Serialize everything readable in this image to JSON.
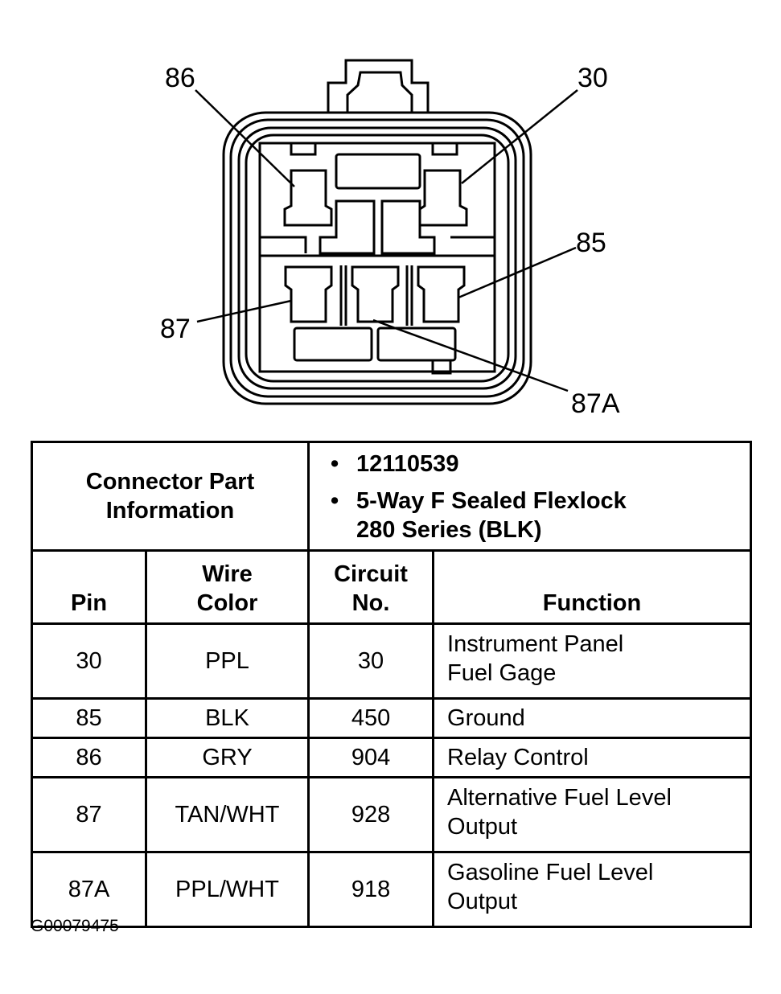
{
  "connector": {
    "pin_labels": [
      "86",
      "30",
      "85",
      "87",
      "87A"
    ]
  },
  "table": {
    "part_info_label_line1": "Connector Part",
    "part_info_label_line2": "Information",
    "part_numbers": [
      "12110539",
      "5-Way F Sealed Flexlock"
    ],
    "part_series": "280 Series (BLK)",
    "headers": {
      "pin": "Pin",
      "wire_line1": "Wire",
      "wire_line2": "Color",
      "circuit_line1": "Circuit",
      "circuit_line2": "No.",
      "function": "Function"
    },
    "rows": [
      {
        "pin": "30",
        "wire": "PPL",
        "circuit": "30",
        "function_line1": "Instrument Panel",
        "function_line2": "Fuel Gage"
      },
      {
        "pin": "85",
        "wire": "BLK",
        "circuit": "450",
        "function_line1": "Ground",
        "function_line2": ""
      },
      {
        "pin": "86",
        "wire": "GRY",
        "circuit": "904",
        "function_line1": "Relay Control",
        "function_line2": ""
      },
      {
        "pin": "87",
        "wire": "TAN/WHT",
        "circuit": "928",
        "function_line1": "Alternative Fuel Level",
        "function_line2": "Output"
      },
      {
        "pin": "87A",
        "wire": "PPL/WHT",
        "circuit": "918",
        "function_line1": "Gasoline Fuel Level",
        "function_line2": "Output"
      }
    ]
  },
  "reference_code": "G00079475"
}
